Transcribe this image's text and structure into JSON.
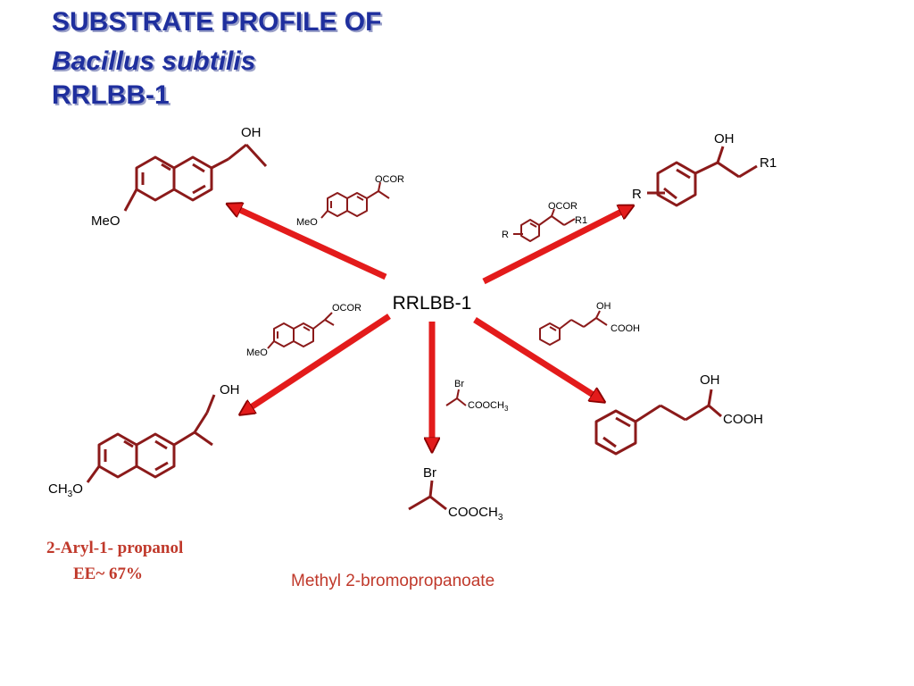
{
  "title": {
    "line1": "SUBSTRATE PROFILE OF",
    "line2": "Bacillus subtilis",
    "line3": "RRLBB-1"
  },
  "center_label": "RRLBB-1",
  "products": {
    "naphthyl_ethanol": {
      "oh": "OH",
      "meo": "MeO"
    },
    "aryl_alcohol": {
      "oh": "OH",
      "r1": "R1",
      "r": "R"
    },
    "aryl_propanol": {
      "oh": "OH",
      "ch3o_prefix": "CH",
      "ch3o_sub": "3",
      "ch3o_suffix": "O"
    },
    "bromo_ester": {
      "br": "Br",
      "ester_prefix": "COOCH",
      "ester_sub": "3"
    },
    "hydroxy_acid": {
      "oh": "OH",
      "cooh": "COOH"
    }
  },
  "substrates": {
    "naphthyl_ester_top": {
      "ocor": "OCOR",
      "meo": "MeO"
    },
    "aryl_ester": {
      "ocor": "OCOR",
      "r1": "R1",
      "r": "R"
    },
    "naphthyl_ester_left": {
      "ocor": "OCOR",
      "meo": "MeO"
    },
    "hydroxy_acid_small": {
      "oh": "OH",
      "cooh": "COOH"
    },
    "bromo_ester_small": {
      "br": "Br",
      "ester_prefix": "COOCH",
      "ester_sub": "3"
    }
  },
  "captions": {
    "propanol_line1": "2-Aryl-1- propanol",
    "propanol_line2": "EE~ 67%",
    "methyl": "Methyl 2-bromopropanoate"
  },
  "colors": {
    "title": "#1f2f9e",
    "structure": "#8b1a1a",
    "arrow": "#e31b1b",
    "caption": "#c0392b"
  }
}
